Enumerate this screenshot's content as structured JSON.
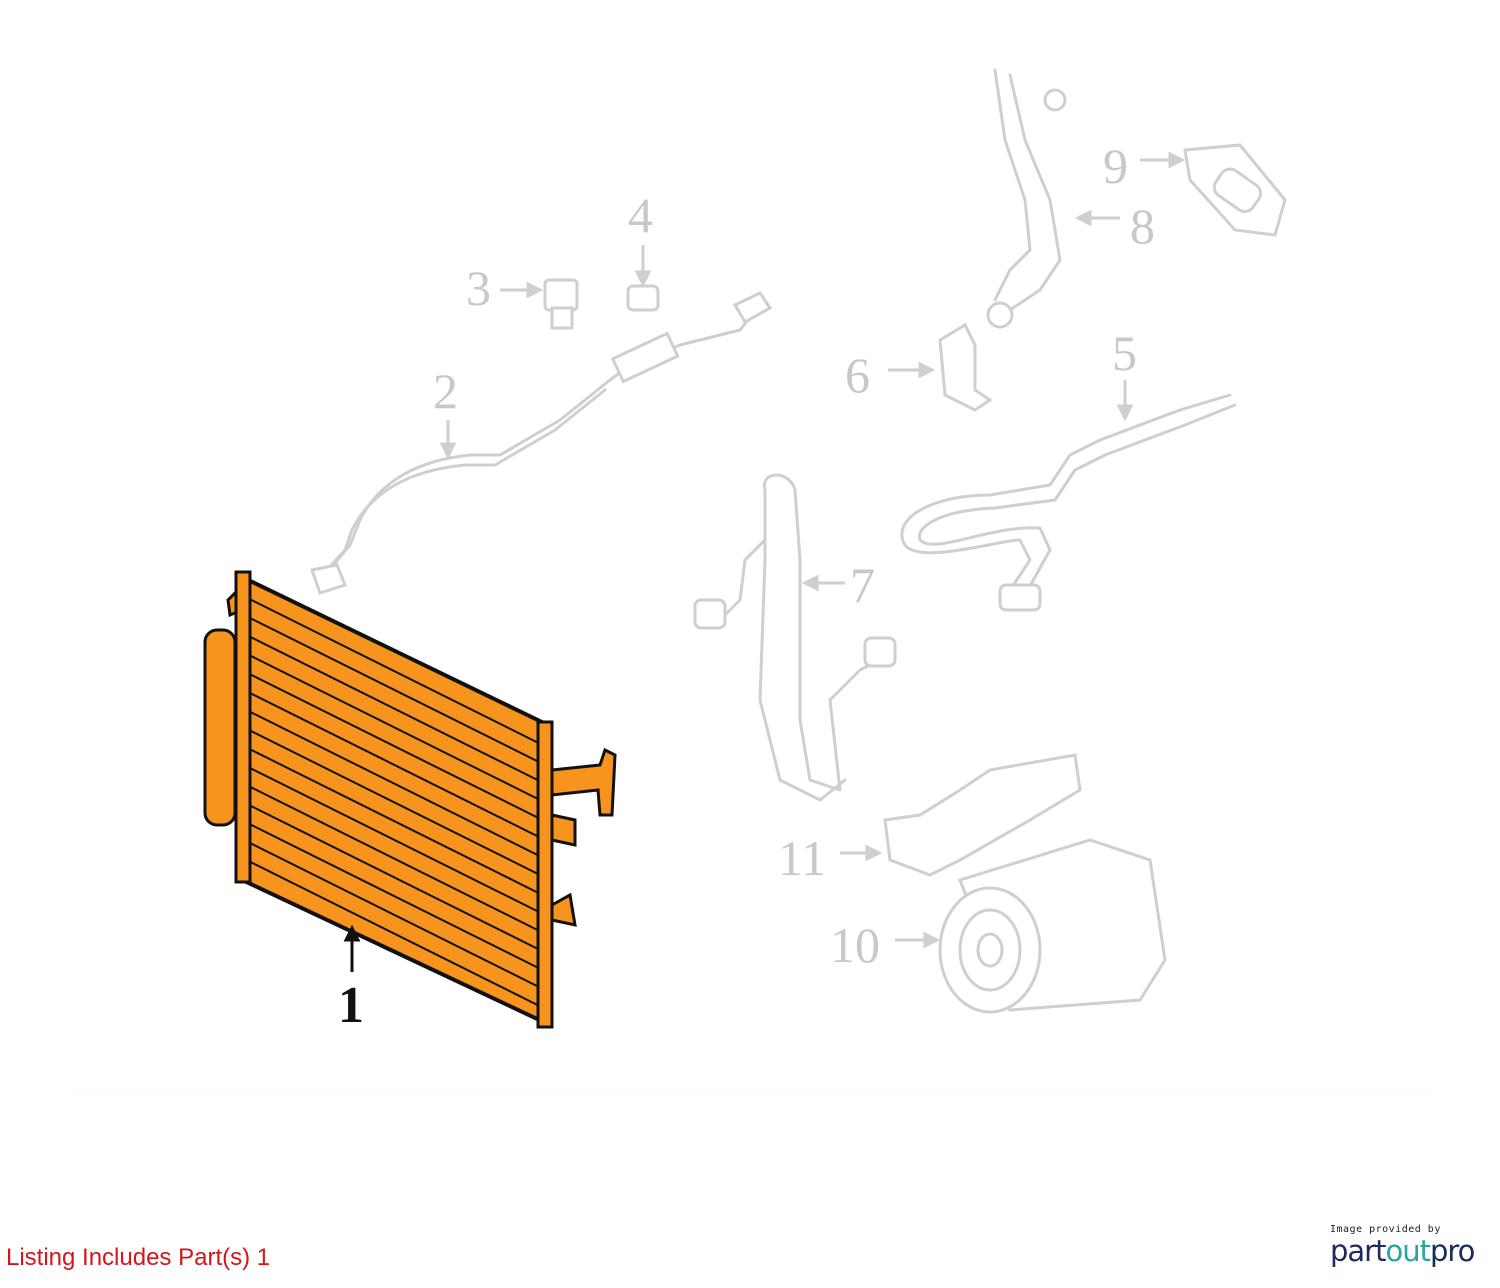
{
  "diagram": {
    "callouts": [
      "1",
      "2",
      "3",
      "4",
      "5",
      "6",
      "7",
      "8",
      "9",
      "10",
      "11"
    ],
    "highlighted_part": "1",
    "highlight_color": "#f7941d"
  },
  "caption": "Listing Includes Part(s) 1",
  "credit": {
    "provided_by": "Image provided by",
    "logo_part1": "part",
    "logo_part2": "out",
    "logo_part3": "pro"
  }
}
